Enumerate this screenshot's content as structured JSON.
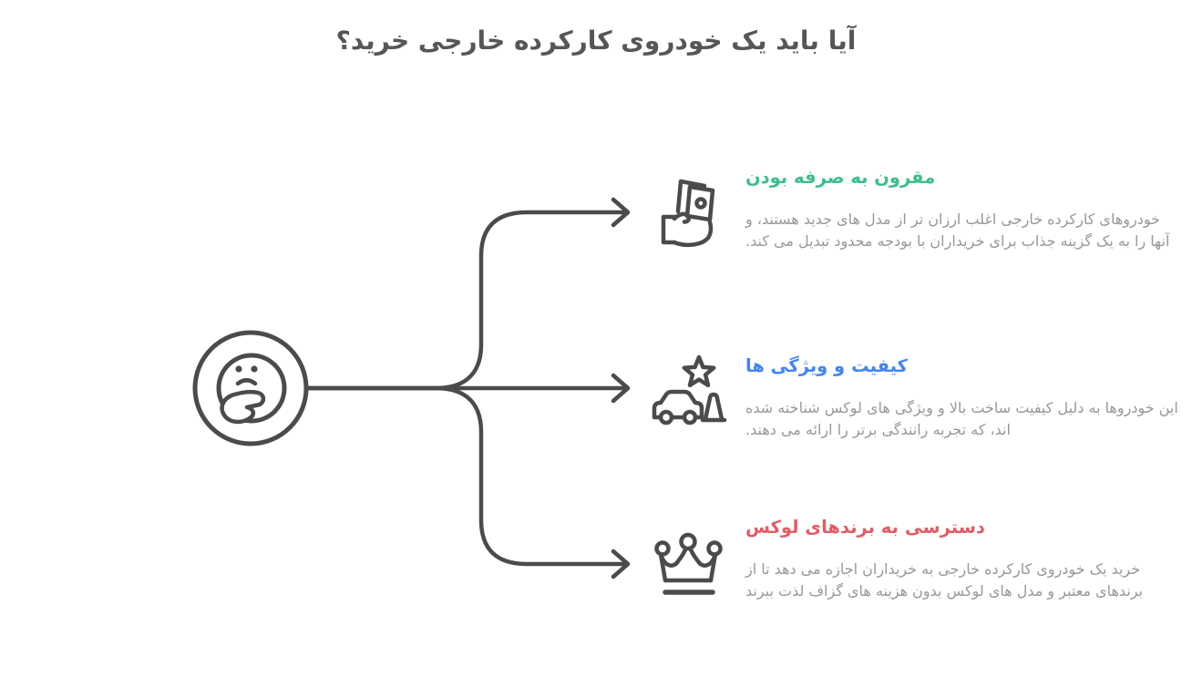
{
  "title": "آیا باید یک خودروی کارکرده خارجی خرید؟",
  "colors": {
    "line_gray": "#4b4b4d",
    "title_gray": "#555658",
    "body_gray": "#97989a",
    "green": "#3cbe8c",
    "blue": "#4285f4",
    "red": "#e25c64"
  },
  "icons": {
    "center": "thinking-face-icon",
    "arrow": "arrow-right-icon",
    "section_icons": [
      "cash-in-hand-icon",
      "star-car-cone-icon",
      "crown-icon"
    ]
  },
  "sections": [
    {
      "id": "affordability",
      "icon": "cash-in-hand-icon",
      "color": "#3cbe8c",
      "heading": "مقرون به صرفه بودن",
      "body": "خودروهای کارکرده خارجی اغلب ارزان تر از مدل های جدید هستند، و آنها را به یک گزینه جذاب برای خریداران با بودجه محدود تبدیل می کند."
    },
    {
      "id": "quality-features",
      "icon": "star-car-cone-icon",
      "color": "#4285f4",
      "heading": "کیفیت و ویژگی ها",
      "body": "این خودروها به دلیل کیفیت ساخت بالا و ویژگی های لوکس شناخته شده اند، که تجربه رانندگی برتر را ارائه می دهند."
    },
    {
      "id": "luxury-brands",
      "icon": "crown-icon",
      "color": "#e25c64",
      "heading": "دسترسی به برندهای لوکس",
      "body": "خرید یک خودروی کارکرده خارجی به خریداران اجازه می دهد تا از برندهای معتبر و مدل های لوکس بدون هزینه های گزاف لذت ببرند"
    }
  ]
}
